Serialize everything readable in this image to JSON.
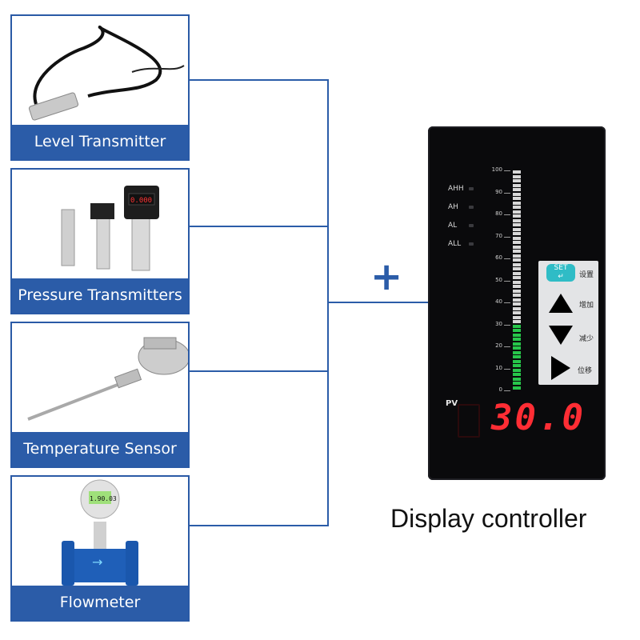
{
  "sensors": [
    {
      "label": "Level Transmitter",
      "icon": "level-transmitter-icon"
    },
    {
      "label": "Pressure Transmitters",
      "icon": "pressure-transmitter-icon"
    },
    {
      "label": "Temperature Sensor",
      "icon": "temperature-sensor-icon"
    },
    {
      "label": "Flowmeter",
      "icon": "flowmeter-icon"
    }
  ],
  "plus_sign": "+",
  "device": {
    "alarms": [
      "AHH",
      "AH",
      "AL",
      "ALL"
    ],
    "scale": [
      "100",
      "90",
      "80",
      "70",
      "60",
      "50",
      "40",
      "30",
      "20",
      "10",
      "0"
    ],
    "bar_level_percent": 30,
    "keys": {
      "set": "SET",
      "set_label": "设置",
      "up_label": "增加",
      "down_label": "减少",
      "shift_label": "位移"
    },
    "pv_label": "PV",
    "pv_value": "30.0",
    "pressure_display": "0.000",
    "flow_display": "1.90.03"
  },
  "title": "Display controller",
  "colors": {
    "brand_blue": "#2b5ca8",
    "display_red": "#ff2d34",
    "bar_green": "#27c64a"
  }
}
